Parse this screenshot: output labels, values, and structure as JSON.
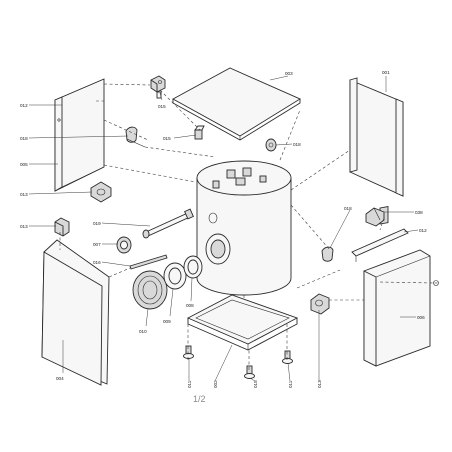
{
  "labels": {
    "p001": "001",
    "p002": "002",
    "p003": "003",
    "p004": "004",
    "p005": "005",
    "p006": "006",
    "p007": "007",
    "p008": "008",
    "p009": "009",
    "p010": "010",
    "p011a": "011",
    "p011b": "011",
    "p012a": "012",
    "p012b": "012",
    "p013a": "013",
    "p013b": "013",
    "p013c": "013",
    "p015a": "015",
    "p015b": "015",
    "p016": "016",
    "p017": "017",
    "p018a": "018",
    "p018b": "018",
    "p018c": "018",
    "p019": "019",
    "p038": "038"
  },
  "page_number": "1/2"
}
